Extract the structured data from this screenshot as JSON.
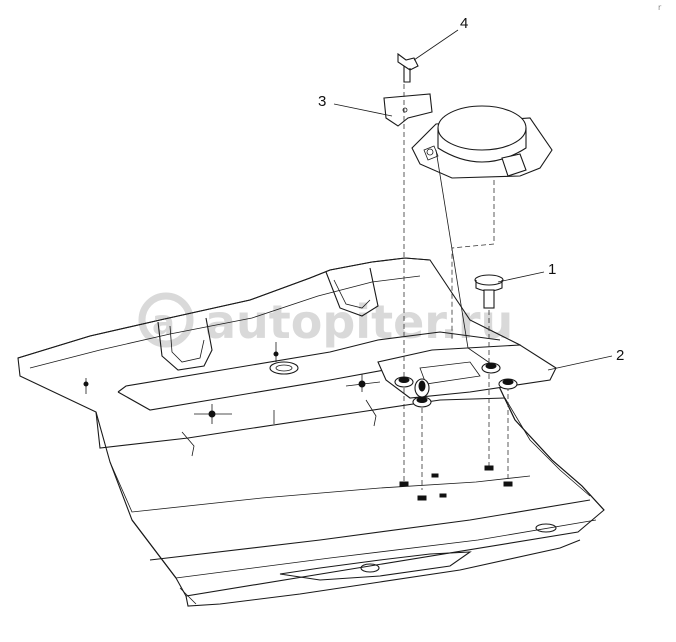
{
  "diagram": {
    "callouts": [
      {
        "id": "callout-1",
        "label": "1"
      },
      {
        "id": "callout-2",
        "label": "2"
      },
      {
        "id": "callout-3",
        "label": "3"
      },
      {
        "id": "callout-4",
        "label": "4"
      }
    ],
    "watermark": "autopiter.ru",
    "corner_mark": "r"
  },
  "colors": {
    "line": "#1a1a1a",
    "background": "#ffffff",
    "watermark": "#d9d9d9"
  }
}
